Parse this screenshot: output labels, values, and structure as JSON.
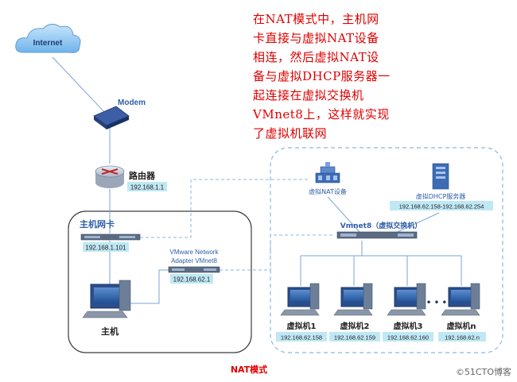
{
  "note": {
    "lines": [
      "在NAT模式中，主机网",
      "卡直接与虚拟NAT设备",
      "相连，然后虚拟NAT设",
      "备与虚拟DHCP服务器一",
      "起连接在虚拟交换机",
      "VMnet8上，这样就实现",
      "了虚拟机联网"
    ]
  },
  "internet_label": "Internet",
  "modem_label": "Modem",
  "router": {
    "label": "路由器",
    "ip": "192.168.1.1"
  },
  "host_nic": {
    "label": "主机网卡",
    "ip": "192.168.1.101"
  },
  "vmnet8_adapter": {
    "line1": "VMware Network",
    "line2": "Adapter VMnet8",
    "ip": "192.168.62.1"
  },
  "host": {
    "label": "主机"
  },
  "nat_device": {
    "label": "虚拟NAT设备"
  },
  "dhcp_server": {
    "label": "虚拟DHCP服务器",
    "range": "192.168.62.158-192.168.62.254"
  },
  "switch": {
    "label": "Vmnet8（虚拟交换机）"
  },
  "vms": [
    {
      "label": "虚拟机1",
      "ip": "192.168.62.158"
    },
    {
      "label": "虚拟机2",
      "ip": "192.168.62.159"
    },
    {
      "label": "虚拟机3",
      "ip": "192.168.62.160"
    },
    {
      "label": "虚拟机n",
      "ip": "192.168.62.n"
    }
  ],
  "ellipsis": "• • •",
  "mode_label": "NAT模式",
  "watermark": "©51CTO博客",
  "colors": {
    "note_red": "#e00000",
    "label_blue": "#2f5da8",
    "ip_box": "#bfe8f5",
    "dashed_line": "#7fb2dc",
    "mode_red": "#e00000"
  }
}
